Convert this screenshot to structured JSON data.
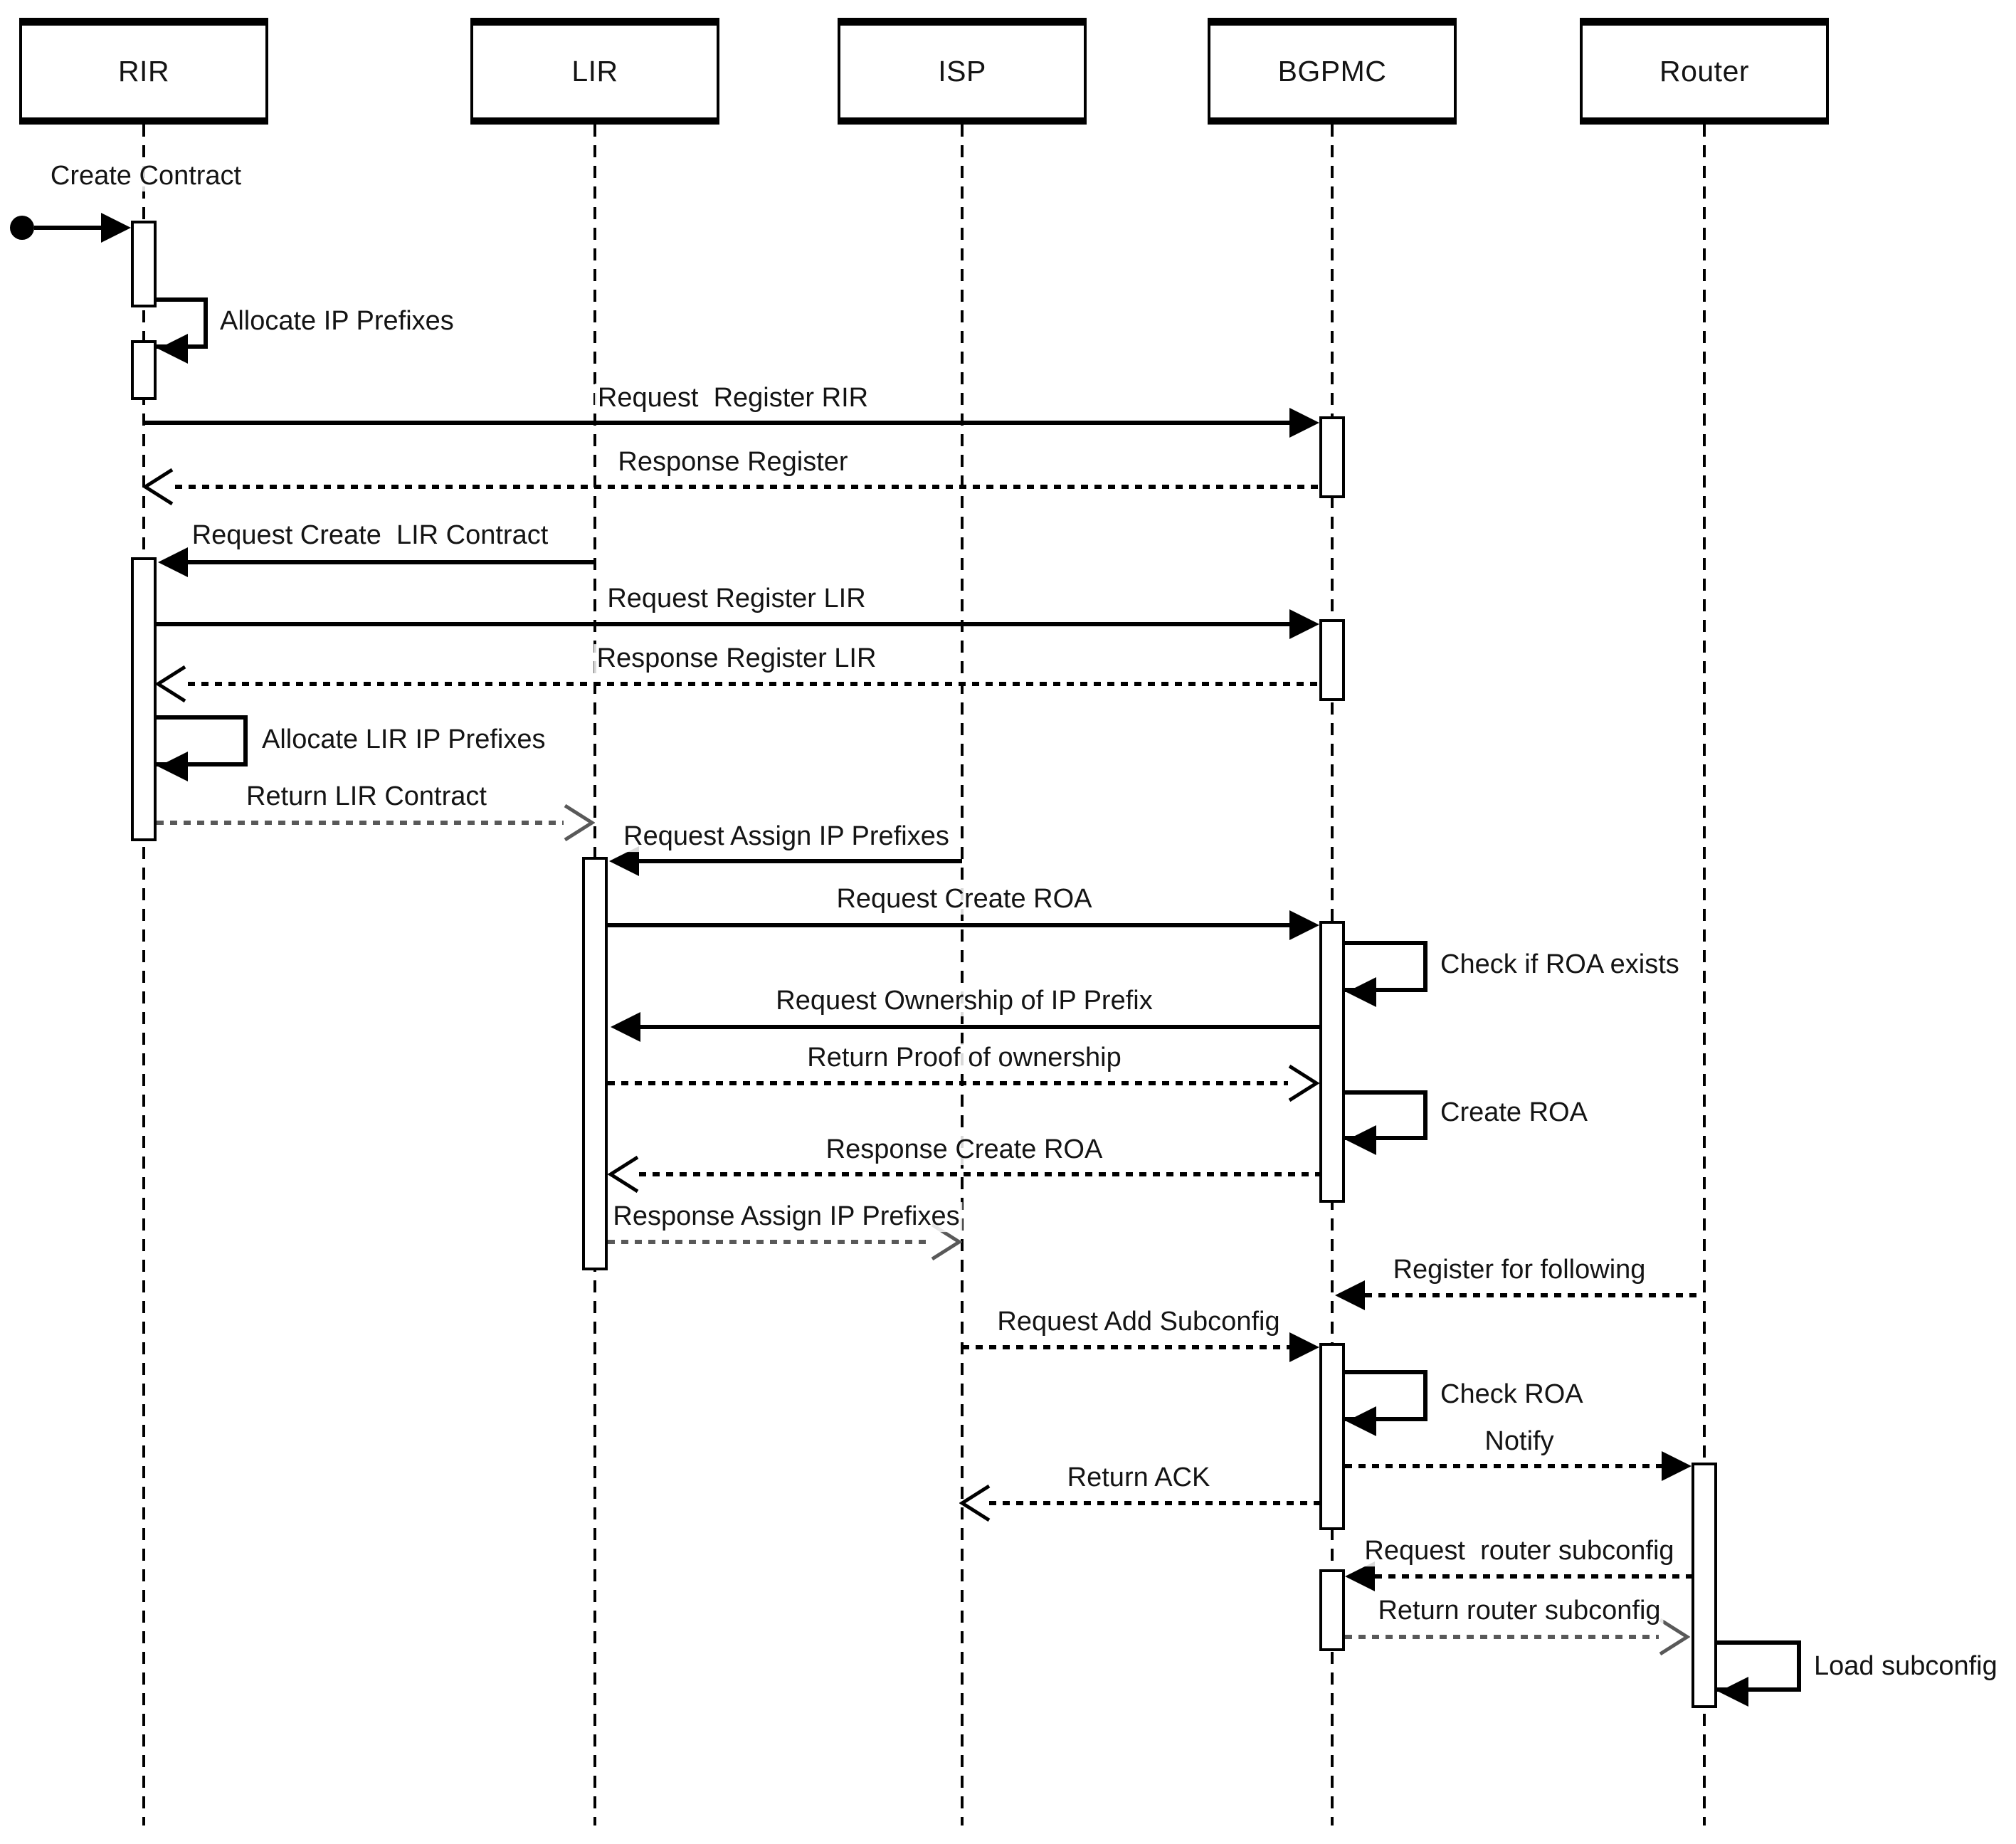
{
  "diagram": {
    "type": "uml-sequence-diagram",
    "colors": {
      "line": "#000000",
      "muted_line": "#595959",
      "background": "#ffffff",
      "text": "#141414"
    }
  },
  "actors": [
    {
      "name": "RIR"
    },
    {
      "name": "LIR"
    },
    {
      "name": "ISP"
    },
    {
      "name": "BGPMC"
    },
    {
      "name": "Router"
    }
  ],
  "messages": [
    {
      "label": "Create Contract",
      "from": "start",
      "to": "RIR",
      "kind": "found",
      "line": "solid"
    },
    {
      "label": "Allocate IP Prefixes",
      "from": "RIR",
      "to": "RIR",
      "kind": "self",
      "line": "solid"
    },
    {
      "label": "Request  Register RIR",
      "from": "RIR",
      "to": "BGPMC",
      "kind": "sync",
      "line": "solid"
    },
    {
      "label": "Response Register",
      "from": "BGPMC",
      "to": "RIR",
      "kind": "return",
      "line": "dashed"
    },
    {
      "label": "Request Create  LIR Contract",
      "from": "LIR",
      "to": "RIR",
      "kind": "sync",
      "line": "solid"
    },
    {
      "label": "Request Register LIR",
      "from": "RIR",
      "to": "BGPMC",
      "kind": "sync",
      "line": "solid"
    },
    {
      "label": "Response Register LIR",
      "from": "BGPMC",
      "to": "RIR",
      "kind": "return",
      "line": "dashed"
    },
    {
      "label": "Allocate LIR IP Prefixes",
      "from": "RIR",
      "to": "RIR",
      "kind": "self",
      "line": "solid"
    },
    {
      "label": "Return LIR Contract",
      "from": "RIR",
      "to": "LIR",
      "kind": "return",
      "line": "dashed"
    },
    {
      "label": "Request Assign IP Prefixes",
      "from": "ISP",
      "to": "LIR",
      "kind": "sync",
      "line": "solid"
    },
    {
      "label": "Request Create ROA",
      "from": "LIR",
      "to": "BGPMC",
      "kind": "sync",
      "line": "solid"
    },
    {
      "label": "Check if ROA exists",
      "from": "BGPMC",
      "to": "BGPMC",
      "kind": "self",
      "line": "solid"
    },
    {
      "label": "Request Ownership of IP Prefix",
      "from": "BGPMC",
      "to": "LIR",
      "kind": "sync",
      "line": "solid"
    },
    {
      "label": "Return Proof of ownership",
      "from": "LIR",
      "to": "BGPMC",
      "kind": "return",
      "line": "dashed"
    },
    {
      "label": "Create ROA",
      "from": "BGPMC",
      "to": "BGPMC",
      "kind": "self",
      "line": "solid"
    },
    {
      "label": "Response Create ROA",
      "from": "BGPMC",
      "to": "LIR",
      "kind": "return",
      "line": "dashed"
    },
    {
      "label": "Response Assign IP Prefixes",
      "from": "LIR",
      "to": "ISP",
      "kind": "return",
      "line": "dashed"
    },
    {
      "label": "Register for following",
      "from": "Router",
      "to": "BGPMC",
      "kind": "async",
      "line": "dashed"
    },
    {
      "label": "Request Add Subconfig",
      "from": "ISP",
      "to": "BGPMC",
      "kind": "async",
      "line": "dashed"
    },
    {
      "label": "Check ROA",
      "from": "BGPMC",
      "to": "BGPMC",
      "kind": "self",
      "line": "solid"
    },
    {
      "label": "Notify",
      "from": "BGPMC",
      "to": "Router",
      "kind": "async",
      "line": "dashed"
    },
    {
      "label": "Return ACK",
      "from": "BGPMC",
      "to": "ISP",
      "kind": "return",
      "line": "dashed"
    },
    {
      "label": "Request  router subconfig",
      "from": "Router",
      "to": "BGPMC",
      "kind": "async",
      "line": "dashed"
    },
    {
      "label": "Return router subconfig",
      "from": "BGPMC",
      "to": "Router",
      "kind": "return",
      "line": "dashed"
    },
    {
      "label": "Load subconfig",
      "from": "Router",
      "to": "Router",
      "kind": "self",
      "line": "solid"
    }
  ]
}
